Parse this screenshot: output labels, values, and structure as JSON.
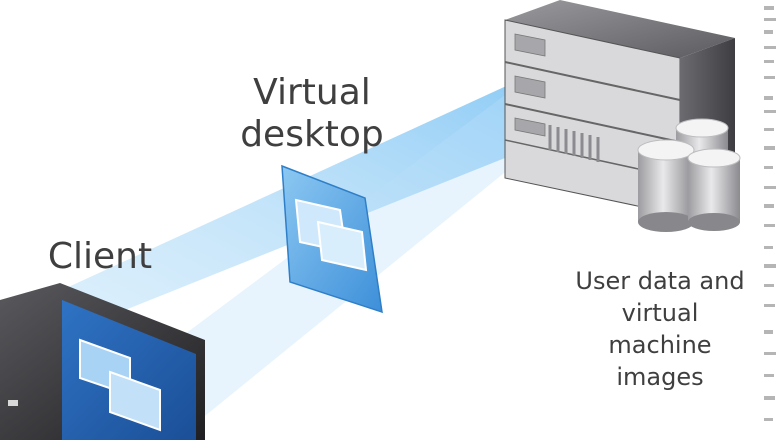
{
  "labels": {
    "virtual_desktop": [
      "Virtual",
      "desktop"
    ],
    "client": "Client",
    "storage": [
      "User data and",
      "virtual",
      "machine",
      "images"
    ]
  },
  "icons": {
    "server": "server-rack-icon",
    "database": "database-cylinders-icon",
    "desktop_window": "virtual-desktop-window-icon",
    "client_monitor": "client-monitor-icon"
  },
  "colors": {
    "beam": "#8ec9f2",
    "panel": "#5aa8e6",
    "server": "#6f6f73",
    "text": "#3f3f3f"
  }
}
